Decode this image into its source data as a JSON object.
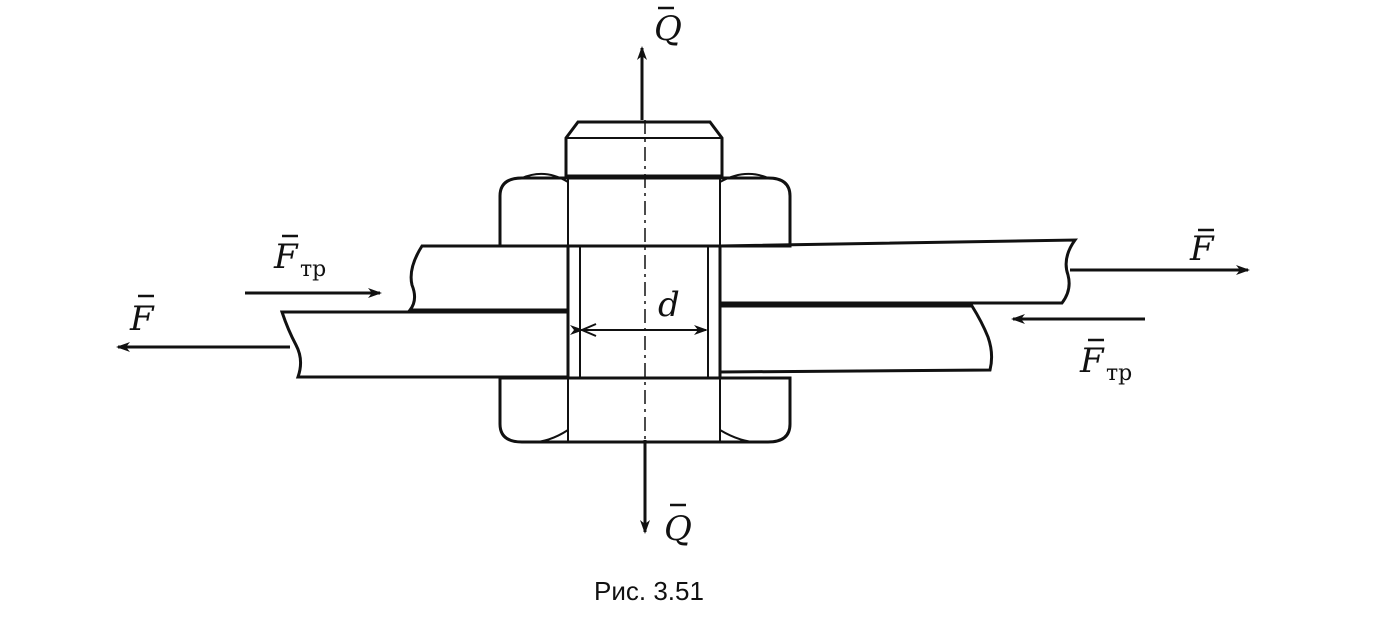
{
  "labels": {
    "q_top": "Q",
    "q_bottom": "Q",
    "f_right": "F",
    "f_left": "F",
    "ftr_left_main": "F",
    "ftr_left_sub": "тр",
    "ftr_right_main": "F",
    "ftr_right_sub": "тр",
    "diameter": "d"
  },
  "caption": "Рис. 3.51"
}
